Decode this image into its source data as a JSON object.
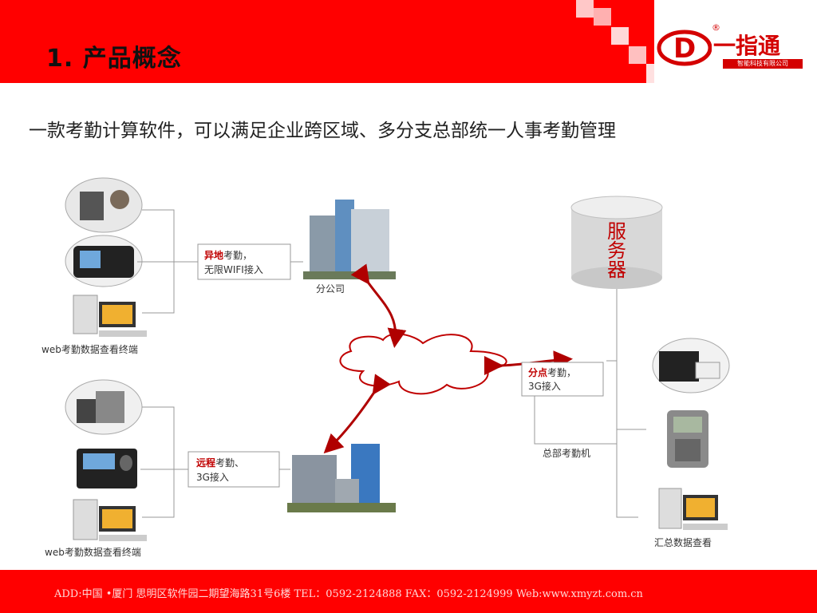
{
  "header": {
    "title": "1.  产品概念"
  },
  "logo": {
    "name": "一指通",
    "subtitle": "智能科技有限公司",
    "reg_mark": "®",
    "letter": "D"
  },
  "subtitle": "一款考勤计算软件，可以满足企业跨区域、多分支总部统一人事考勤管理",
  "diagram": {
    "server_label": [
      "服",
      "务",
      "器"
    ],
    "branch_office_label": "分公司",
    "web_terminal_top": "web考勤数据查看终端",
    "web_terminal_bottom": "web考勤数据查看终端",
    "remote_box": {
      "highlight": "异地",
      "rest": "考勤，",
      "line2": "无限WIFI接入"
    },
    "branch_point_box": {
      "highlight": "分点",
      "rest": "考勤，",
      "line2": "3G接入"
    },
    "distant_box": {
      "highlight": "远程",
      "rest": "考勤、",
      "line2": "3G接入"
    },
    "hq_device_label": "总部考勤机",
    "summary_label": "汇总数据查看"
  },
  "footer": {
    "text": "ADD:中国 •厦门 思明区软件园二期望海路31号6楼    TEL：0592-2124888    FAX：0592-2124999     Web:www.xmyzt.com.cn"
  },
  "colors": {
    "brand_red": "#ff0000",
    "box_border": "#999999",
    "arrow_red": "#b00000",
    "server_gray": "#d8d8d8"
  }
}
